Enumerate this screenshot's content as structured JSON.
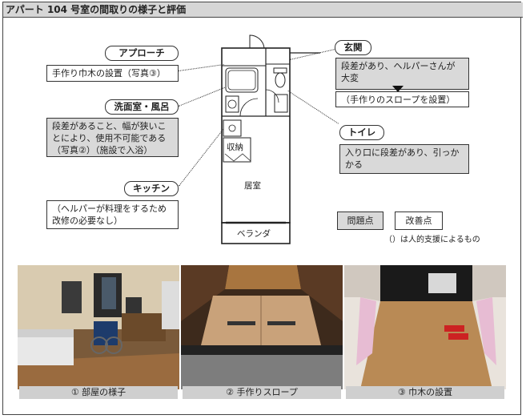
{
  "title": "アパート 104 号室の間取りの様子と評価",
  "approach": {
    "tag": "アプローチ",
    "text": "手作り巾木の設置（写真③）"
  },
  "washroom": {
    "tag": "洗面室・風呂",
    "text": "段差があること、幅が狭いことにより、使用不可能である（写真②）（施設で入浴）"
  },
  "kitchen": {
    "tag": "キッチン",
    "text": "（ヘルパーが料理をするため改修の必要なし）"
  },
  "entrance": {
    "tag": "玄関",
    "problem": "段差があり、ヘルパーさんが大変",
    "improvement": "（手作りのスロープを設置）"
  },
  "toilet": {
    "tag": "トイレ",
    "text": "入り口に段差があり、引っかかる"
  },
  "floorplan": {
    "storage": "収納",
    "living": "居室",
    "veranda": "ベランダ"
  },
  "legend": {
    "problem": "問題点",
    "improvement": "改善点",
    "note": "（）は人的支援によるもの"
  },
  "photos": [
    {
      "caption": "① 部屋の様子"
    },
    {
      "caption": "② 手作りスロープ"
    },
    {
      "caption": "③ 巾木の設置"
    }
  ]
}
